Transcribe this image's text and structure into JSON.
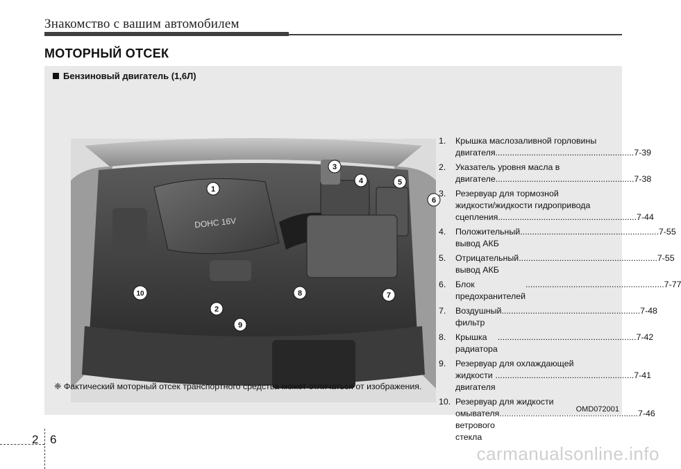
{
  "header": {
    "chapter_title": "Знакомство с вашим автомобилем"
  },
  "section": {
    "title": "МОТОРНЫЙ ОТСЕК",
    "subtitle": "Бензиновый двигатель (1,6Л)"
  },
  "engine_label": "DOHC 16V",
  "legend": [
    {
      "num": "1.",
      "line1": "Крышка маслозаливной горловины",
      "line2": "двигателя",
      "page": "7-39"
    },
    {
      "num": "2.",
      "line1": "Указатель уровня масла в",
      "line2": "двигателе",
      "page": "7-38"
    },
    {
      "num": "3.",
      "line1": "Резервуар для тормозной",
      "line1b": "жидкости/жидкости гидропривода",
      "line2": "сцепления",
      "page": "7-44"
    },
    {
      "num": "4.",
      "line1": "",
      "line2": "Положительный вывод АКБ",
      "page": "7-55"
    },
    {
      "num": "5.",
      "line1": "",
      "line2": "Отрицательный вывод АКБ",
      "page": "7-55"
    },
    {
      "num": "6.",
      "line1": "",
      "line2": "Блок предохранителей",
      "page": "7-77"
    },
    {
      "num": "7.",
      "line1": "",
      "line2": "Воздушный фильтр",
      "page": "7-48"
    },
    {
      "num": "8.",
      "line1": "",
      "line2": "Крышка радиатора",
      "page": "7-42"
    },
    {
      "num": "9.",
      "line1": "Резервуар для охлаждающей",
      "line2": "жидкости двигателя",
      "page": "7-41"
    },
    {
      "num": "10.",
      "line1": "Резервуар для жидкости",
      "line2": "омывателя ветрового стекла",
      "page": "7-46"
    }
  ],
  "callouts": [
    "1",
    "2",
    "3",
    "4",
    "5",
    "6",
    "7",
    "8",
    "9",
    "10"
  ],
  "note": "❈ Фактический моторный отсек транспортного средства может отличаться от изображения.",
  "image_code": "OMD072001",
  "page": {
    "left": "2",
    "right": "6"
  },
  "watermark": "carmanualsonline.info"
}
